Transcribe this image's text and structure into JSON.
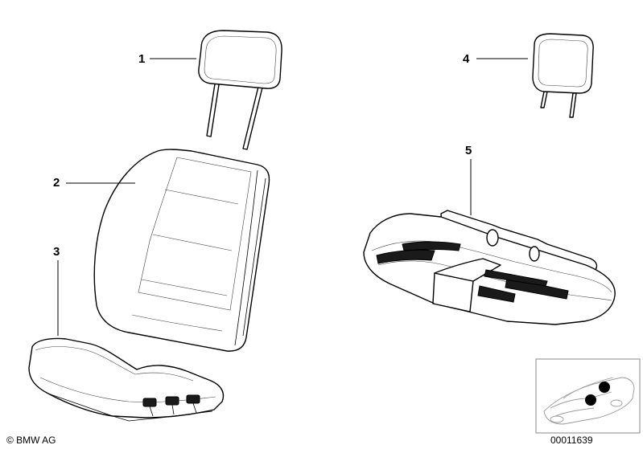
{
  "callouts": [
    {
      "id": "1",
      "label": "1"
    },
    {
      "id": "2",
      "label": "2"
    },
    {
      "id": "3",
      "label": "3"
    },
    {
      "id": "4",
      "label": "4"
    },
    {
      "id": "5",
      "label": "5"
    }
  ],
  "footer": {
    "copyright": "© BMW AG",
    "drawing_number": "00011639"
  }
}
